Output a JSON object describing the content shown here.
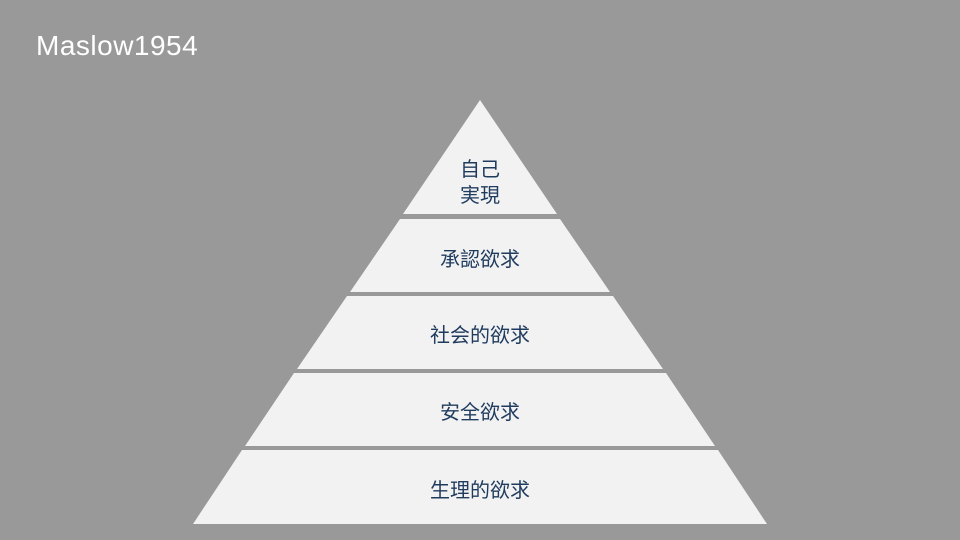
{
  "slide": {
    "title": "Maslow1954",
    "colors": {
      "background": "#999999",
      "title_text": "#ffffff",
      "tier_fill": "#f2f2f2",
      "tier_text": "#1f3b5e"
    }
  },
  "pyramid": {
    "tiers": [
      {
        "label_line1": "自己",
        "label_line2": "実現"
      },
      {
        "label": "承認欲求"
      },
      {
        "label": "社会的欲求"
      },
      {
        "label": "安全欲求"
      },
      {
        "label": "生理的欲求"
      }
    ]
  }
}
